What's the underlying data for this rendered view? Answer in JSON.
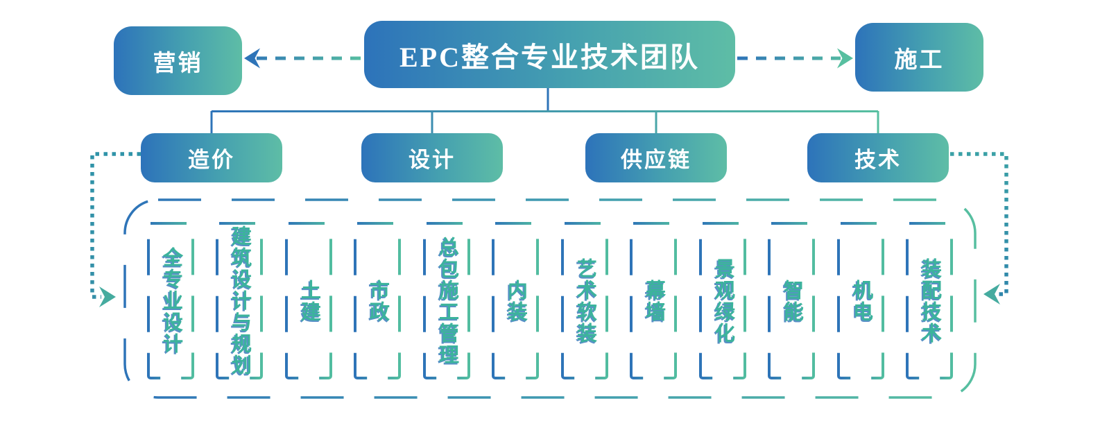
{
  "palette": {
    "blue": "#2e74b8",
    "green": "#57bfa0",
    "teal_dots": "#2f93a8",
    "unit_text_green": "#3cb39c"
  },
  "root": {
    "title": "EPC整合专业技术团队"
  },
  "side_nodes": {
    "left": {
      "label": "营销"
    },
    "right": {
      "label": "施工"
    }
  },
  "branches": [
    {
      "label": "造价"
    },
    {
      "label": "设计"
    },
    {
      "label": "供应链"
    },
    {
      "label": "技术"
    }
  ],
  "units": {
    "items": [
      {
        "label": "全专业设计"
      },
      {
        "label": "建筑设计与规划"
      },
      {
        "label": "土建"
      },
      {
        "label": "市政"
      },
      {
        "label": "总包施工管理"
      },
      {
        "label": "内装"
      },
      {
        "label": "艺术软装"
      },
      {
        "label": "幕墙"
      },
      {
        "label": "景观绿化"
      },
      {
        "label": "智能"
      },
      {
        "label": "机电"
      },
      {
        "label": "装配技术"
      }
    ]
  }
}
